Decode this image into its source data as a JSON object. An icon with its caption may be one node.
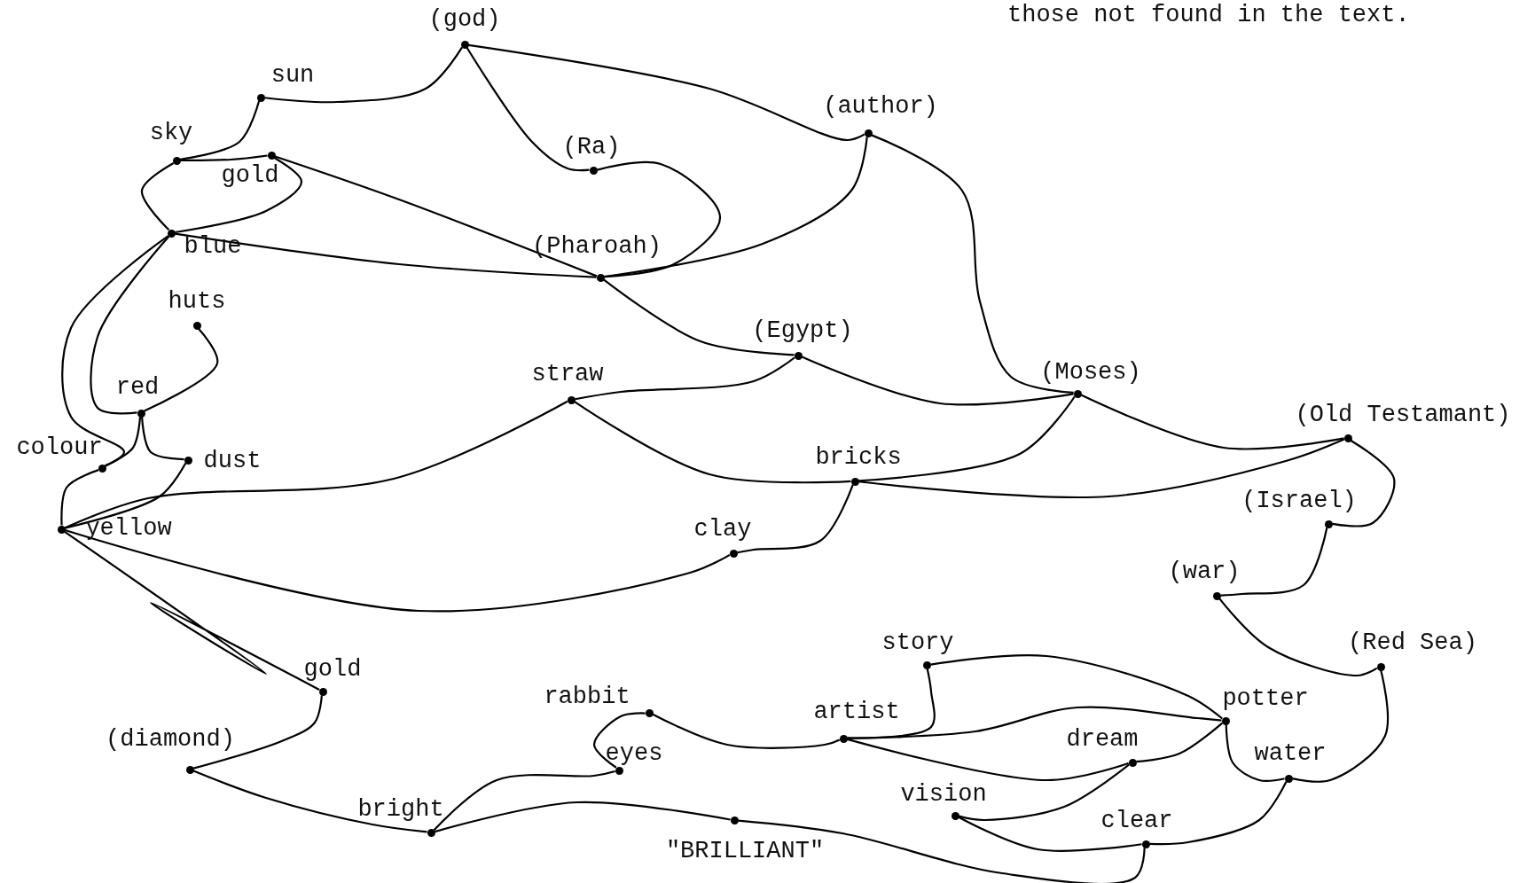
{
  "diagram": {
    "nodes": [
      {
        "text": [
          "(god)"
        ]
      },
      {
        "text": [
          "sun"
        ]
      },
      {
        "text": [
          "(author)"
        ]
      },
      {
        "text": [
          "sky"
        ]
      },
      {
        "text": [
          "gold"
        ]
      },
      {
        "text": [
          "(Ra)"
        ]
      },
      {
        "text": [
          "blue"
        ]
      },
      {
        "text": [
          "(Pharoah)"
        ]
      },
      {
        "text": [
          "huts"
        ]
      },
      {
        "text": [
          "(Egypt)"
        ]
      },
      {
        "text": [
          "straw"
        ]
      },
      {
        "text": [
          "(Moses)"
        ]
      },
      {
        "text": [
          "red"
        ]
      },
      {
        "text": [
          "(Old Testamant)"
        ]
      },
      {
        "text": [
          "colour"
        ]
      },
      {
        "text": [
          "dust"
        ]
      },
      {
        "text": [
          "bricks"
        ]
      },
      {
        "text": [
          "yellow"
        ]
      },
      {
        "text": [
          "(Israel)"
        ]
      },
      {
        "text": [
          "clay"
        ]
      },
      {
        "text": [
          "(war)"
        ]
      },
      {
        "text": [
          "story"
        ]
      },
      {
        "text": [
          "(Red Sea)"
        ]
      },
      {
        "text": [
          "gold"
        ]
      },
      {
        "text": [
          "rabbit"
        ]
      },
      {
        "text": [
          "potter"
        ]
      },
      {
        "text": [
          "artist"
        ]
      },
      {
        "text": [
          "(diamond)"
        ]
      },
      {
        "text": [
          "eyes"
        ]
      },
      {
        "text": [
          "dream"
        ]
      },
      {
        "text": [
          "water"
        ]
      },
      {
        "text": [
          "vision"
        ]
      },
      {
        "text": [
          "\"BRILLIANT\""
        ]
      },
      {
        "text": [
          "bright"
        ]
      },
      {
        "text": [
          "clear"
        ]
      }
    ],
    "edges": [
      {
        "from": 0,
        "to": 1,
        "arrow": "none"
      },
      {
        "from": 0,
        "to": 5,
        "arrow": "none"
      },
      {
        "from": 0,
        "to": 2,
        "arrow": "none"
      },
      {
        "from": 1,
        "to": 3,
        "arrow": "none"
      },
      {
        "from": 3,
        "to": 4,
        "arrow": "none"
      },
      {
        "from": 3,
        "to": 6,
        "arrow": "none"
      },
      {
        "from": 4,
        "to": 6,
        "arrow": "none"
      },
      {
        "from": 4,
        "to": 7,
        "arrow": "none"
      },
      {
        "from": 6,
        "to": 7,
        "arrow": "none"
      },
      {
        "from": 5,
        "to": 7,
        "arrow": "none"
      },
      {
        "from": 2,
        "to": 7,
        "arrow": "none"
      },
      {
        "from": 2,
        "to": 11,
        "arrow": "none"
      },
      {
        "from": 7,
        "to": 9,
        "arrow": "none"
      },
      {
        "from": 9,
        "to": 10,
        "arrow": "none"
      },
      {
        "from": 9,
        "to": 11,
        "arrow": "none"
      },
      {
        "from": 10,
        "to": 17,
        "arrow": "none"
      },
      {
        "from": 10,
        "to": 16,
        "arrow": "none"
      },
      {
        "from": 16,
        "to": 11,
        "arrow": "none"
      },
      {
        "from": 16,
        "to": 13,
        "arrow": "none"
      },
      {
        "from": 16,
        "to": 19,
        "arrow": "none"
      },
      {
        "from": 11,
        "to": 13,
        "arrow": "none"
      },
      {
        "from": 13,
        "to": 18,
        "arrow": "none"
      },
      {
        "from": 18,
        "to": 20,
        "arrow": "none"
      },
      {
        "from": 20,
        "to": 22,
        "arrow": "none"
      },
      {
        "from": 22,
        "to": 30,
        "arrow": "none"
      },
      {
        "from": 25,
        "to": 30,
        "arrow": "none"
      },
      {
        "from": 30,
        "to": 34,
        "arrow": "none"
      },
      {
        "from": 34,
        "to": 31,
        "arrow": "none"
      },
      {
        "from": 34,
        "to": 32,
        "arrow": "none"
      },
      {
        "from": 32,
        "to": 33,
        "arrow": "none"
      },
      {
        "from": 33,
        "to": 28,
        "arrow": "none"
      },
      {
        "from": 33,
        "to": 27,
        "arrow": "none"
      },
      {
        "from": 27,
        "to": 23,
        "arrow": "none"
      },
      {
        "from": 23,
        "to": 17,
        "arrow": "none"
      },
      {
        "from": 17,
        "to": 19,
        "arrow": "none"
      },
      {
        "from": 17,
        "to": 14,
        "arrow": "none"
      },
      {
        "from": 17,
        "to": 15,
        "arrow": "none"
      },
      {
        "from": 6,
        "to": 14,
        "arrow": "none"
      },
      {
        "from": 6,
        "to": 12,
        "arrow": "none"
      },
      {
        "from": 12,
        "to": 8,
        "arrow": "none"
      },
      {
        "from": 12,
        "to": 15,
        "arrow": "none"
      },
      {
        "from": 12,
        "to": 14,
        "arrow": "none"
      },
      {
        "from": 28,
        "to": 24,
        "arrow": "none"
      },
      {
        "from": 24,
        "to": 26,
        "arrow": "none"
      },
      {
        "from": 26,
        "to": 21,
        "arrow": "none"
      },
      {
        "from": 26,
        "to": 25,
        "arrow": "none"
      },
      {
        "from": 26,
        "to": 29,
        "arrow": "none"
      },
      {
        "from": 29,
        "to": 25,
        "arrow": "none"
      },
      {
        "from": 29,
        "to": 31,
        "arrow": "none"
      },
      {
        "from": 21,
        "to": 25,
        "arrow": "none"
      }
    ],
    "labels": [
      "those not found in the text."
    ]
  }
}
